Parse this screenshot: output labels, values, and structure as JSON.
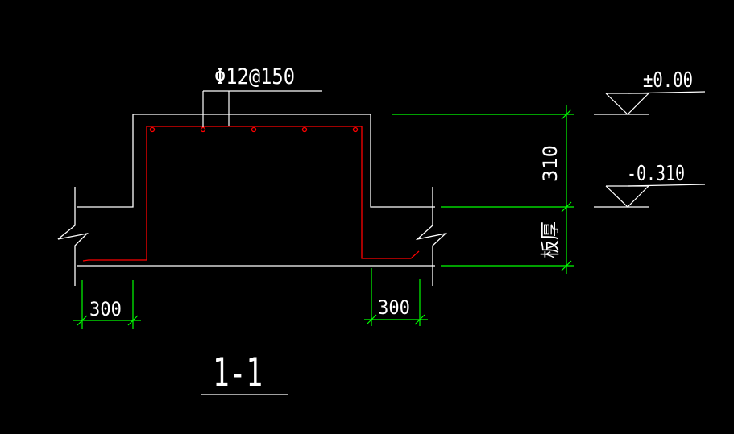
{
  "drawing": {
    "rebar_callout": "Φ12@150",
    "elevation_top": "±0.00",
    "elevation_bottom": "-0.310",
    "dim_vertical": "310",
    "dim_left": "300",
    "dim_right": "300",
    "slab_label": "板厚",
    "section_title": "1-1"
  },
  "colors": {
    "background": "#000000",
    "concrete_outline": "#ffffff",
    "rebar": "#ff0000",
    "dimension": "#00ff00"
  }
}
